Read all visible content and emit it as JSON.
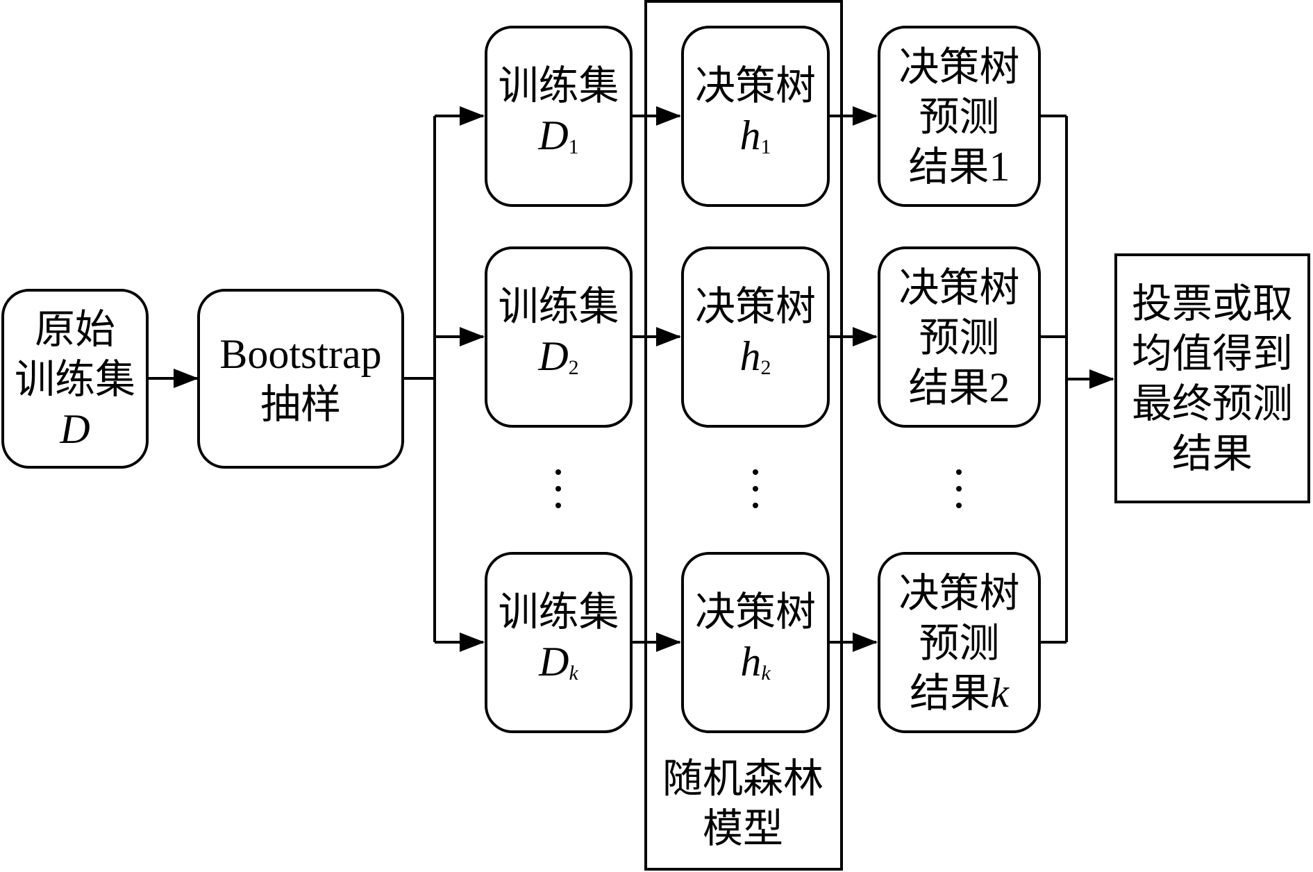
{
  "source": {
    "line1": "原始",
    "line2": "训练集",
    "var": "D"
  },
  "bootstrap": {
    "line1": "Bootstrap",
    "line2": "抽样"
  },
  "training_sets": [
    {
      "label": "训练集",
      "var": "D",
      "sub": "1"
    },
    {
      "label": "训练集",
      "var": "D",
      "sub": "2"
    },
    {
      "label": "训练集",
      "var": "D",
      "sub": "k"
    }
  ],
  "trees": [
    {
      "label": "决策树",
      "var": "h",
      "sub": "1"
    },
    {
      "label": "决策树",
      "var": "h",
      "sub": "2"
    },
    {
      "label": "决策树",
      "var": "h",
      "sub": "k"
    }
  ],
  "predictions": [
    {
      "line1": "决策树",
      "line2": "预测",
      "line3": "结果",
      "suffix": "1"
    },
    {
      "line1": "决策树",
      "line2": "预测",
      "line3": "结果",
      "suffix": "2"
    },
    {
      "line1": "决策树",
      "line2": "预测",
      "line3": "结果",
      "suffix": "k"
    }
  ],
  "forest_frame": {
    "line1": "随机森林",
    "line2": "模型"
  },
  "final": {
    "line1": "投票或取",
    "line2": "均值得到",
    "line3": "最终预测",
    "line4": "结果"
  }
}
